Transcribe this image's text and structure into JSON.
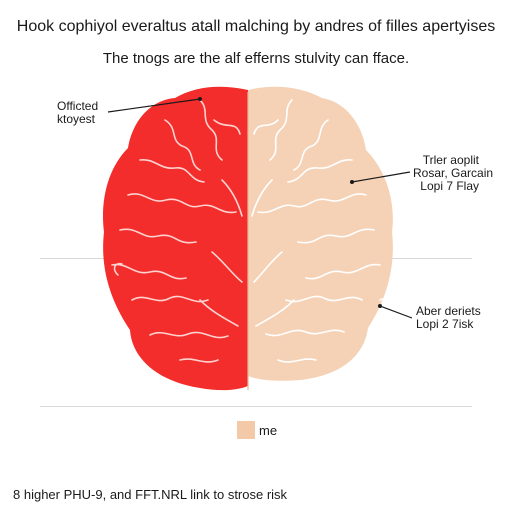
{
  "header": {
    "title": "Hook cophiyol everaltus atall malching by andres of filles apertyises",
    "subtitle": "The tnogs are the alf efferns stulvity can fface."
  },
  "colors": {
    "left_hemisphere": "#f22d2b",
    "right_hemisphere": "#f5d2b6",
    "sulci_left": "#ffd2d0",
    "sulci_right": "#ffffff",
    "legend_swatch": "#f3c9a7"
  },
  "labels": {
    "left": [
      "Officted",
      "ktoyest"
    ],
    "right_top": [
      "Trler aoplit",
      "Rosar, Garcain",
      "Lopi 7 Flay"
    ],
    "right_bottom": [
      "Aber deriets",
      "Lopi 2 7isk"
    ]
  },
  "legend": {
    "text": "me"
  },
  "footer": {
    "text": "8 higher PHU-9, and FFT.NRL link to strose risk"
  }
}
